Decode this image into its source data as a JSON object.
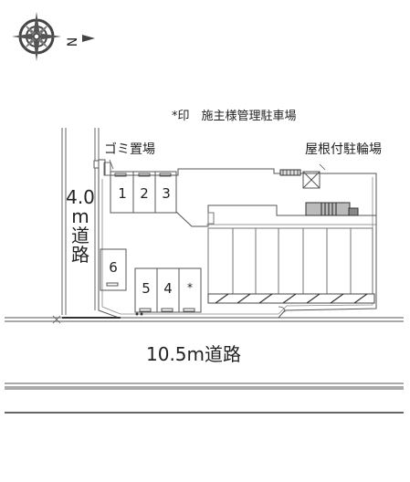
{
  "compass": {
    "direction_label": "N",
    "icon": "compass-rose-icon"
  },
  "legend": {
    "text": "*印　施主様管理駐車場"
  },
  "labels": {
    "garbage_area": "ゴミ置場",
    "covered_bicycle_parking": "屋根付駐輪場",
    "side_road": [
      "4.0",
      "m",
      "道",
      "路"
    ],
    "front_road": "10.5m道路"
  },
  "parking_slots": [
    "1",
    "2",
    "3",
    "5",
    "4",
    "*",
    "6"
  ]
}
